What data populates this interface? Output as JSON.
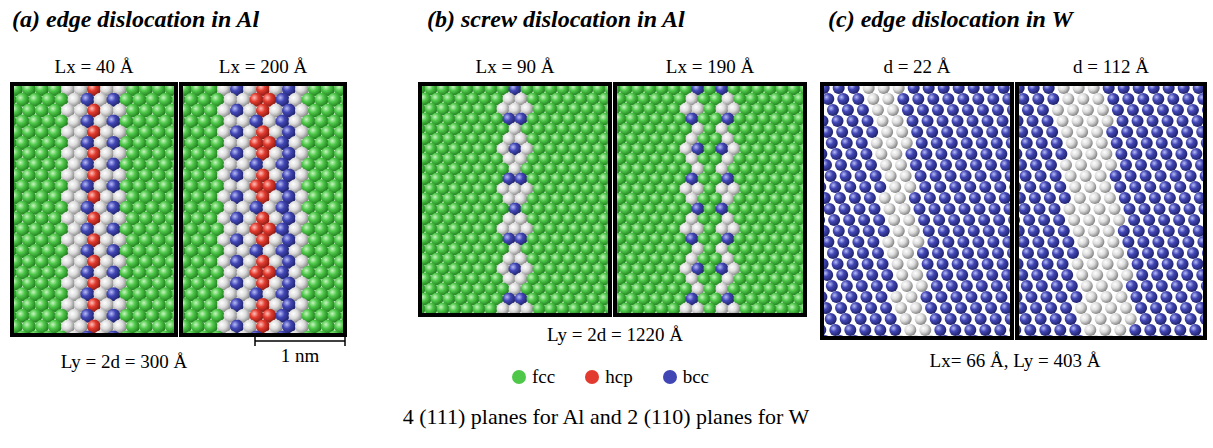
{
  "diagram": {
    "caption": "4 (111) planes for Al and 2 (110) planes for W",
    "labels": [
      "(a) edge dislocation in Al",
      "(b) screw dislocation in Al",
      "(c) edge dislocation in W",
      "Lx = 40 Å",
      "Lx = 200 Å",
      "Ly = 2d = 300 Å",
      "1 nm",
      "Lx = 90 Å",
      "Lx = 190 Å",
      "Ly = 2d = 1220 Å",
      "d = 22 Å",
      "d = 112 Å",
      "Lx= 66 Å, Ly = 403 Å"
    ],
    "legend": [
      {
        "text": "fcc",
        "color": "#4fc84a"
      },
      {
        "text": "hcp",
        "color": "#e23a2e"
      },
      {
        "text": "bcc",
        "color": "#4146b5"
      }
    ]
  }
}
